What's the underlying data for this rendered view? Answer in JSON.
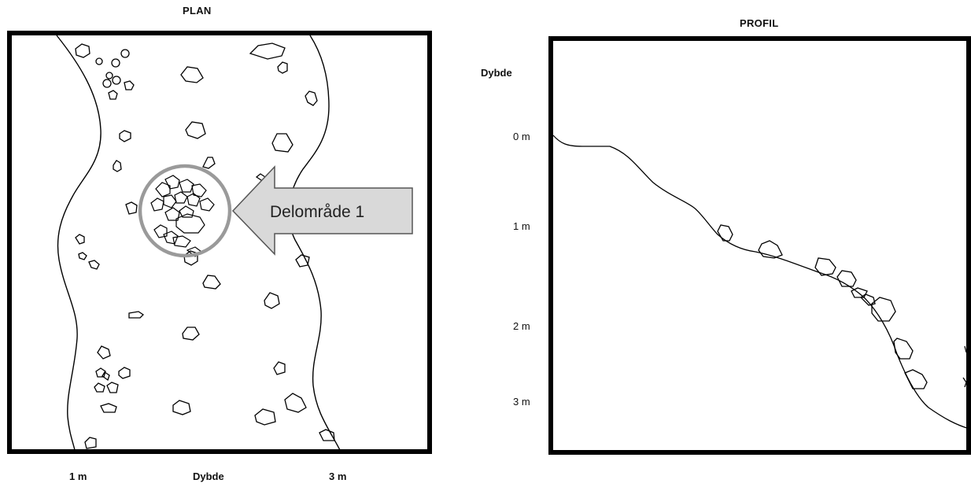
{
  "plan": {
    "title": "PLAN",
    "axis_labels": [
      "1 m",
      "Dybde",
      "3 m"
    ],
    "callout": "Delområde 1"
  },
  "profile": {
    "title": "PROFIL",
    "axis_title": "Dybde",
    "depth_ticks": [
      "0 m",
      "1 m",
      "2 m",
      "3 m"
    ]
  },
  "colors": {
    "frame": "#000000",
    "circle": "#9a9a9a",
    "arrow_fill": "#d9d9d9",
    "arrow_stroke": "#555555"
  }
}
